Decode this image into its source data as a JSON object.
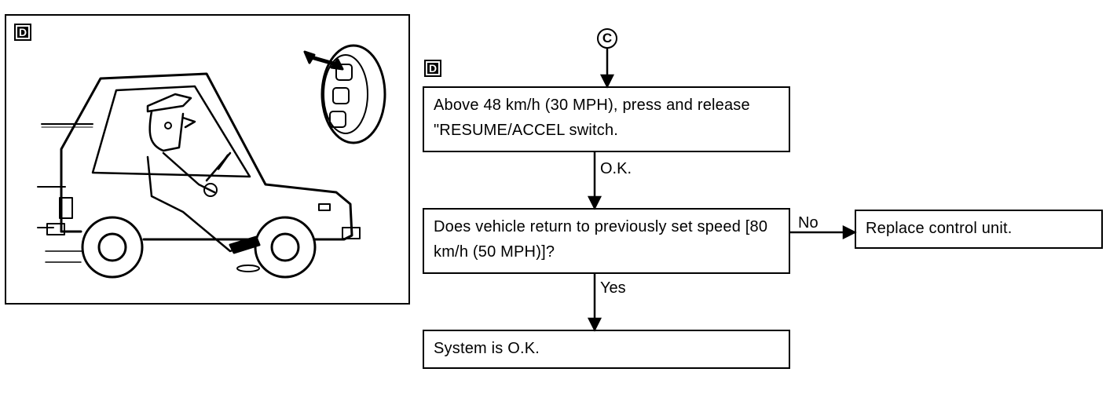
{
  "illustration": {
    "section_tag": "D",
    "icon": "driver-pressing-cruise-switch"
  },
  "flowchart": {
    "connector": "C",
    "section_tag": "D",
    "steps": {
      "press_resume": "Above 48 km/h (30 MPH), press and release \"RESUME/ACCEL switch.",
      "check_return": "Does vehicle return to previously set speed [80 km/h (50 MPH)]?",
      "replace_unit": "Replace control unit.",
      "system_ok": "System is O.K."
    },
    "edges": {
      "ok": "O.K.",
      "no": "No",
      "yes": "Yes"
    }
  }
}
